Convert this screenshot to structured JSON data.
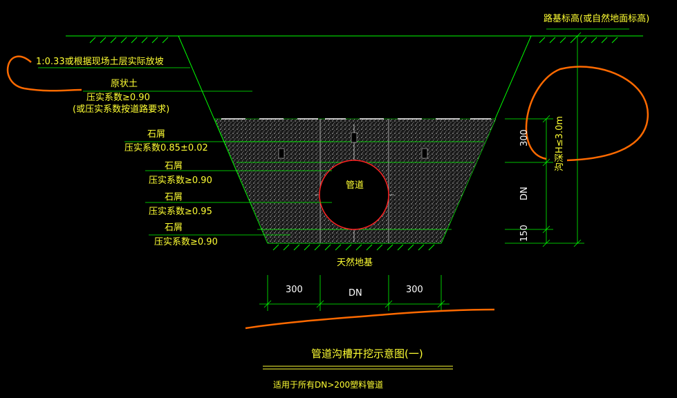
{
  "labels": {
    "road_base_elevation": "路基标高(或自然地面标高)",
    "slope_ratio": "1:0.33或根据现场土层实际放坡",
    "original_soil": "原状土",
    "compaction_090_or_road": "压实系数≥0.90",
    "compaction_road_note": "(或压实系数按道路要求)",
    "stone_chips_1": "石屑",
    "compaction_085": "压实系数0.85±0.02",
    "stone_chips_2": "石屑",
    "compaction_090_a": "压实系数≥0.90",
    "stone_chips_3": "石屑",
    "compaction_095": "压实系数≥0.95",
    "stone_chips_4": "石屑",
    "compaction_090_b": "压实系数≥0.90",
    "pipe": "管道",
    "natural_foundation": "天然地基",
    "depth_limit": "沟深H≤3.0m"
  },
  "dimensions": {
    "vertical": [
      "300",
      "DN",
      "150"
    ],
    "horizontal": [
      "300",
      "DN",
      "300"
    ]
  },
  "title": {
    "main": "管道沟槽开挖示意图(一)",
    "note": "适用于所有DN>200塑料管道"
  },
  "colors": {
    "background": "#000000",
    "lines": "#00ff00",
    "text": "#ffff33",
    "annotation": "#ff6a00",
    "pipe": "#ff2020",
    "fill": "#8a8a8a"
  }
}
